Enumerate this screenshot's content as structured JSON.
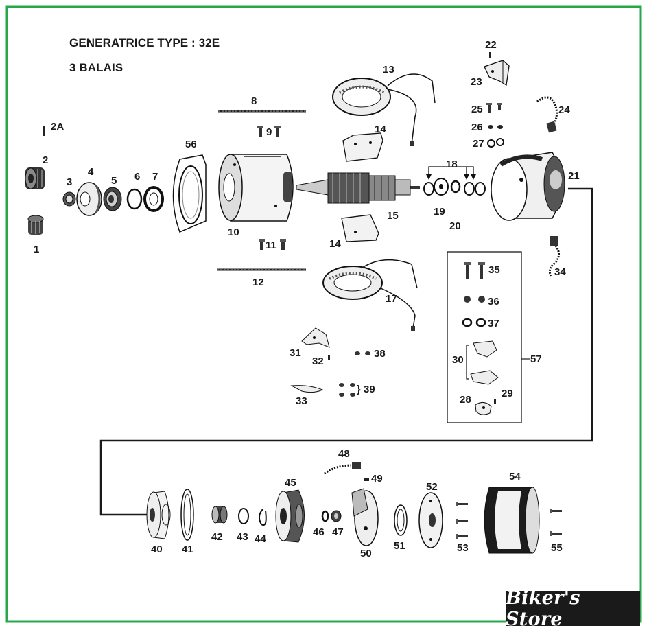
{
  "title": {
    "line1": "GENERATRICE TYPE : 32E",
    "line2": "3 BALAIS"
  },
  "watermark": "Biker's Store",
  "colors": {
    "frame": "#27a84a",
    "ink": "#1a1a1a",
    "brand_bg": "#1a1a1a",
    "brand_text": "#ffffff"
  },
  "part_labels": {
    "p1": "1",
    "p2": "2",
    "p2a": "2A",
    "p3": "3",
    "p4": "4",
    "p5": "5",
    "p6": "6",
    "p7": "7",
    "p8": "8",
    "p9": "9",
    "p10": "10",
    "p11": "11",
    "p12": "12",
    "p13": "13",
    "p14a": "14",
    "p14b": "14",
    "p15": "15",
    "p17": "17",
    "p18": "18",
    "p19": "19",
    "p20": "20",
    "p21": "21",
    "p22": "22",
    "p23": "23",
    "p24": "24",
    "p25": "25",
    "p26": "26",
    "p27": "27",
    "p28": "28",
    "p29": "29",
    "p30": "30",
    "p31": "31",
    "p32": "32",
    "p33": "33",
    "p34": "34",
    "p35": "35",
    "p36": "36",
    "p37": "37",
    "p38": "38",
    "p39": "39",
    "p40": "40",
    "p41": "41",
    "p42": "42",
    "p43": "43",
    "p44": "44",
    "p45": "45",
    "p46": "46",
    "p47": "47",
    "p48": "48",
    "p49": "49",
    "p50": "50",
    "p51": "51",
    "p52": "52",
    "p53": "53",
    "p54": "54",
    "p55": "55",
    "p56": "56",
    "p57": "57"
  }
}
